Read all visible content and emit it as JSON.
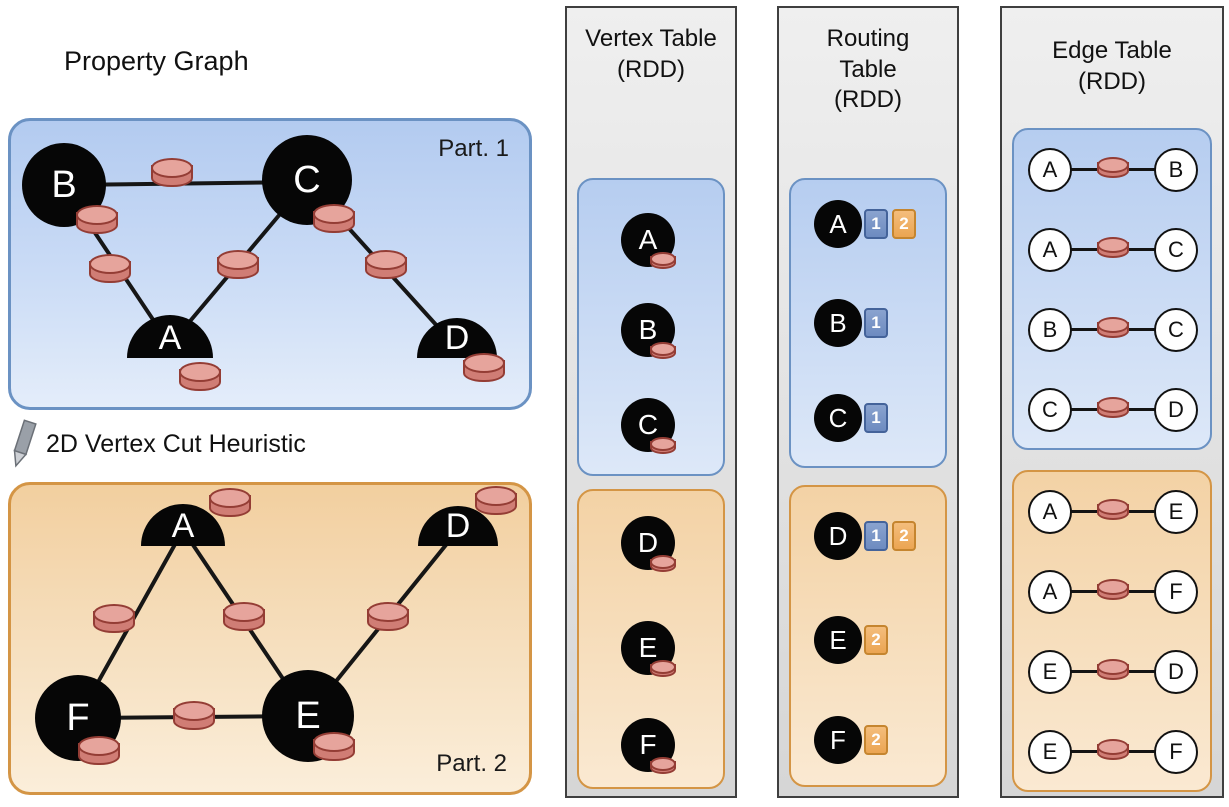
{
  "colors": {
    "partition_blue_fill": "#c3d5f2",
    "partition_blue_border": "#6b92c3",
    "partition_orange_fill": "#f5dab5",
    "partition_orange_border": "#d49545",
    "cylinder_red": "#d07d75",
    "badge_blue": "#7a95c6",
    "badge_orange": "#f0b066",
    "node_black": "#060606"
  },
  "property_graph": {
    "title": "Property Graph",
    "heuristic_label": "2D Vertex Cut Heuristic",
    "part1": {
      "label": "Part. 1",
      "vertices": [
        {
          "id": "B",
          "shape": "circle"
        },
        {
          "id": "C",
          "shape": "circle"
        },
        {
          "id": "A",
          "shape": "half"
        },
        {
          "id": "D",
          "shape": "half"
        }
      ],
      "edges": [
        "B-C",
        "B-A",
        "C-A",
        "C-D"
      ]
    },
    "part2": {
      "label": "Part. 2",
      "vertices": [
        {
          "id": "A",
          "shape": "half"
        },
        {
          "id": "D",
          "shape": "half"
        },
        {
          "id": "F",
          "shape": "circle"
        },
        {
          "id": "E",
          "shape": "circle"
        }
      ],
      "edges": [
        "A-F",
        "A-E",
        "E-D",
        "F-E"
      ]
    }
  },
  "vertex_table": {
    "title_line1": "Vertex Table",
    "title_line2": "(RDD)",
    "part1": [
      "A",
      "B",
      "C"
    ],
    "part2": [
      "D",
      "E",
      "F"
    ]
  },
  "routing_table": {
    "title_line1": "Routing",
    "title_line2": "Table",
    "title_line3": "(RDD)",
    "part1": [
      {
        "vertex": "A",
        "badges": [
          {
            "label": "1",
            "color": "blue"
          },
          {
            "label": "2",
            "color": "orange"
          }
        ]
      },
      {
        "vertex": "B",
        "badges": [
          {
            "label": "1",
            "color": "blue"
          }
        ]
      },
      {
        "vertex": "C",
        "badges": [
          {
            "label": "1",
            "color": "blue"
          }
        ]
      }
    ],
    "part2": [
      {
        "vertex": "D",
        "badges": [
          {
            "label": "1",
            "color": "blue"
          },
          {
            "label": "2",
            "color": "orange"
          }
        ]
      },
      {
        "vertex": "E",
        "badges": [
          {
            "label": "2",
            "color": "orange"
          }
        ]
      },
      {
        "vertex": "F",
        "badges": [
          {
            "label": "2",
            "color": "orange"
          }
        ]
      }
    ]
  },
  "edge_table": {
    "title_line1": "Edge Table",
    "title_line2": "(RDD)",
    "part1": [
      {
        "src": "A",
        "dst": "B"
      },
      {
        "src": "A",
        "dst": "C"
      },
      {
        "src": "B",
        "dst": "C"
      },
      {
        "src": "C",
        "dst": "D"
      }
    ],
    "part2": [
      {
        "src": "A",
        "dst": "E"
      },
      {
        "src": "A",
        "dst": "F"
      },
      {
        "src": "E",
        "dst": "D"
      },
      {
        "src": "E",
        "dst": "F"
      }
    ]
  }
}
